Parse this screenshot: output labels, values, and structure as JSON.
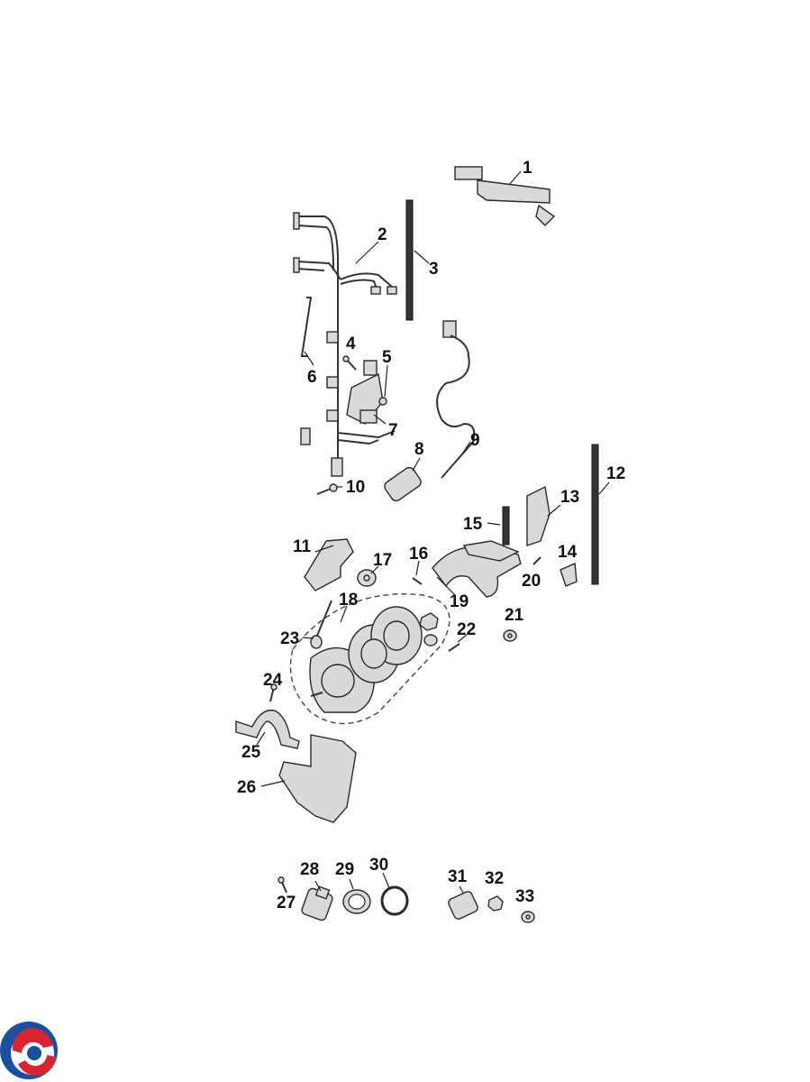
{
  "diagram": {
    "callouts": [
      {
        "id": "1",
        "label": "1"
      },
      {
        "id": "2",
        "label": "2"
      },
      {
        "id": "3",
        "label": "3"
      },
      {
        "id": "4",
        "label": "4"
      },
      {
        "id": "5",
        "label": "5"
      },
      {
        "id": "6",
        "label": "6"
      },
      {
        "id": "7",
        "label": "7"
      },
      {
        "id": "8",
        "label": "8"
      },
      {
        "id": "9",
        "label": "9"
      },
      {
        "id": "10",
        "label": "10"
      },
      {
        "id": "11",
        "label": "11"
      },
      {
        "id": "12",
        "label": "12"
      },
      {
        "id": "13",
        "label": "13"
      },
      {
        "id": "14",
        "label": "14"
      },
      {
        "id": "15",
        "label": "15"
      },
      {
        "id": "16",
        "label": "16"
      },
      {
        "id": "17",
        "label": "17"
      },
      {
        "id": "18",
        "label": "18"
      },
      {
        "id": "19",
        "label": "19"
      },
      {
        "id": "20",
        "label": "20"
      },
      {
        "id": "21",
        "label": "21"
      },
      {
        "id": "22",
        "label": "22"
      },
      {
        "id": "23",
        "label": "23"
      },
      {
        "id": "24",
        "label": "24"
      },
      {
        "id": "25",
        "label": "25"
      },
      {
        "id": "26",
        "label": "26"
      },
      {
        "id": "27",
        "label": "27"
      },
      {
        "id": "28",
        "label": "28"
      },
      {
        "id": "29",
        "label": "29"
      },
      {
        "id": "30",
        "label": "30"
      },
      {
        "id": "31",
        "label": "31"
      },
      {
        "id": "32",
        "label": "32"
      },
      {
        "id": "33",
        "label": "33"
      }
    ],
    "colors": {
      "logo_outer": "#1a4fa0",
      "logo_inner": "#d9232e",
      "ink": "#111111"
    },
    "logo_icon": "brand-logo-icon"
  }
}
